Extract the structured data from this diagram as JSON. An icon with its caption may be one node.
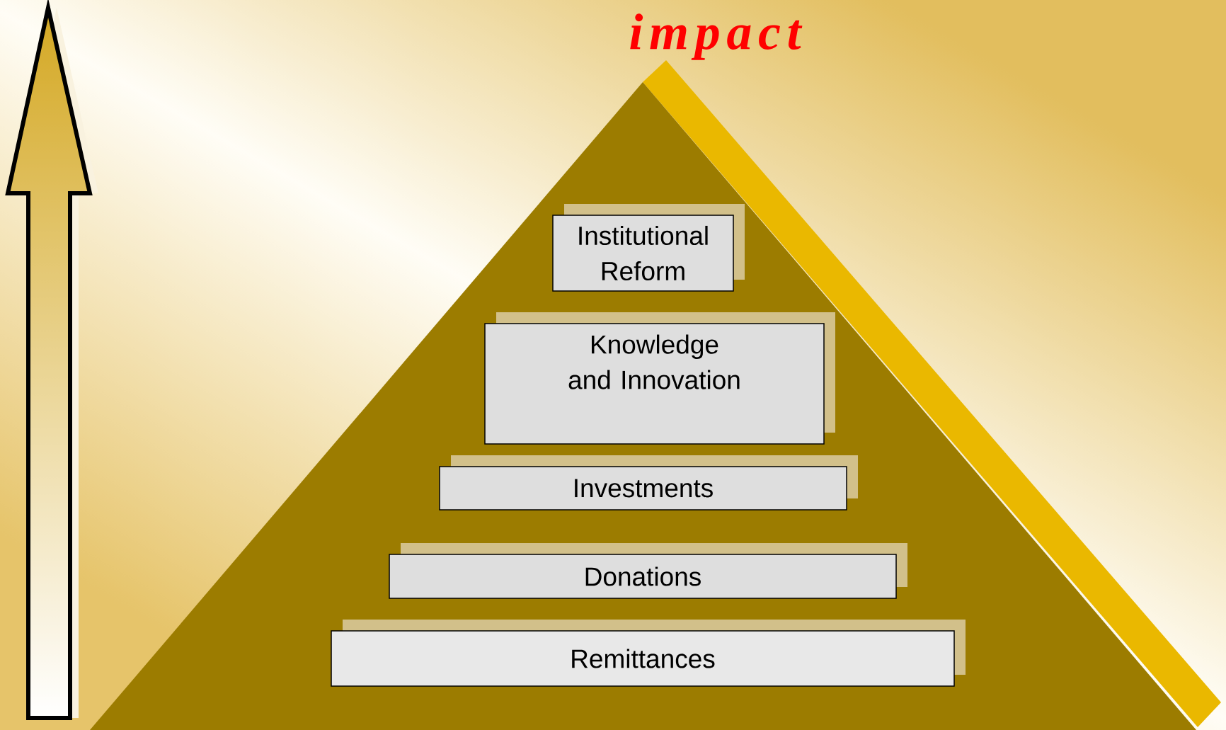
{
  "diagram": {
    "nodes": [
      {
        "text": [
          "Institutional Reform"
        ]
      },
      {
        "text": [
          "Knowledge and Innovation"
        ]
      },
      {
        "text": [
          "Investments"
        ]
      },
      {
        "text": [
          "Donations"
        ]
      },
      {
        "text": [
          "Remittances"
        ]
      }
    ],
    "labels": [
      "impact"
    ]
  }
}
